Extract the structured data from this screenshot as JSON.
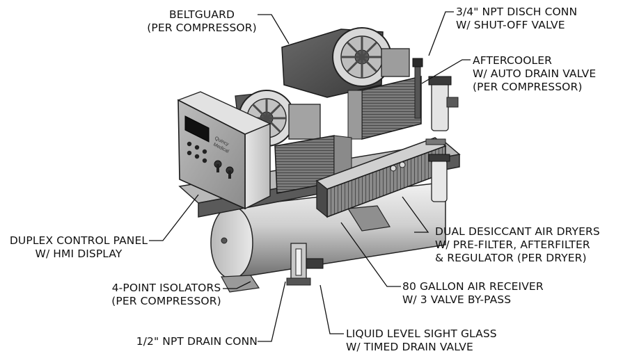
{
  "callouts": [
    {
      "id": "beltguard",
      "lines": [
        "BELTGUARD",
        "(PER COMPRESSOR)"
      ]
    },
    {
      "id": "disch-conn",
      "lines": [
        "3/4\" NPT DISCH CONN",
        "W/ SHUT-OFF VALVE"
      ]
    },
    {
      "id": "aftercooler",
      "lines": [
        "AFTERCOOLER",
        "W/ AUTO DRAIN VALVE",
        "(PER COMPRESSOR)"
      ]
    },
    {
      "id": "control-panel",
      "lines": [
        "DUPLEX CONTROL PANEL",
        "W/ HMI DISPLAY"
      ]
    },
    {
      "id": "dryers",
      "lines": [
        "DUAL DESICCANT AIR DRYERS",
        "W/ PRE-FILTER, AFTERFILTER",
        "& REGULATOR (PER DRYER)"
      ]
    },
    {
      "id": "isolators",
      "lines": [
        "4-POINT ISOLATORS",
        "(PER COMPRESSOR)"
      ]
    },
    {
      "id": "receiver",
      "lines": [
        "80 GALLON AIR RECEIVER",
        "W/ 3 VALVE BY-PASS"
      ]
    },
    {
      "id": "drain-conn",
      "lines": [
        "1/2\" NPT DRAIN CONN"
      ]
    },
    {
      "id": "sight-glass",
      "lines": [
        "LIQUID LEVEL SIGHT GLASS",
        "W/ TIMED DRAIN VALVE"
      ]
    }
  ],
  "panel_logo": [
    "Quincy",
    "Medical"
  ]
}
